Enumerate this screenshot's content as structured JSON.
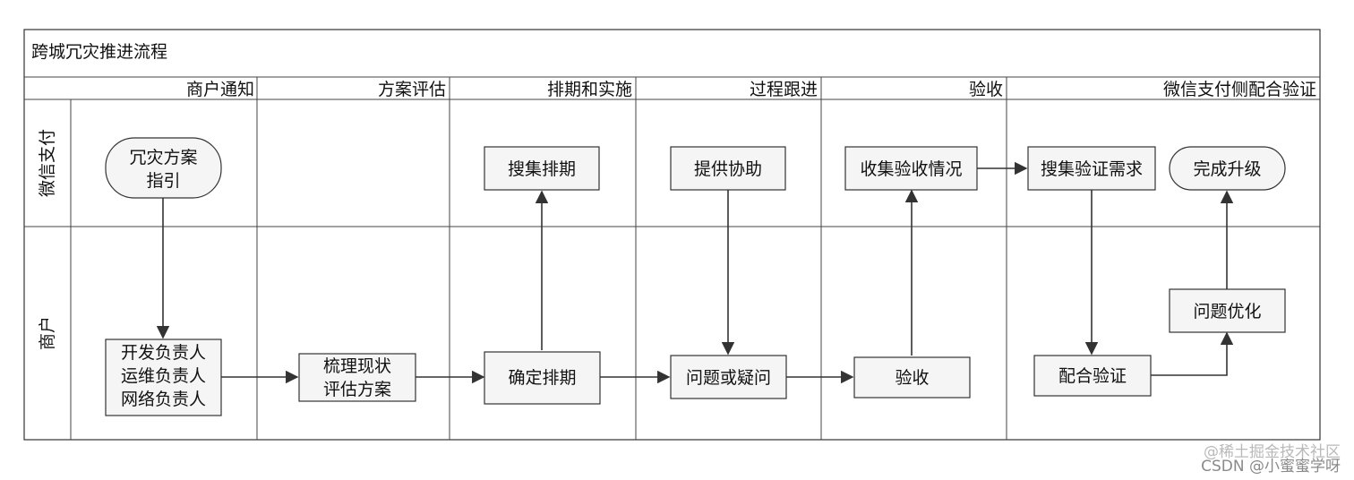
{
  "title": "跨城冗灾推进流程",
  "phases": [
    "商户通知",
    "方案评估",
    "排期和实施",
    "过程跟进",
    "验收",
    "微信支付侧配合验证"
  ],
  "lanes": [
    "微信支付",
    "商户"
  ],
  "nodes": {
    "drplan": [
      "冗灾方案",
      "指引"
    ],
    "collect_schedule": [
      "搜集排期"
    ],
    "provide_help": [
      "提供协助"
    ],
    "collect_accept": [
      "收集验收情况"
    ],
    "collect_verify": [
      "搜集验证需求"
    ],
    "upgrade_done": [
      "完成升级"
    ],
    "owners": [
      "开发负责人",
      "运维负责人",
      "网络负责人"
    ],
    "sort_plan": [
      "梳理现状",
      "评估方案"
    ],
    "confirm_schedule": [
      "确定排期"
    ],
    "issues": [
      "问题或疑问"
    ],
    "acceptance": [
      "验收"
    ],
    "coop_verify": [
      "配合验证"
    ],
    "optimize": [
      "问题优化"
    ]
  },
  "watermark": {
    "line1": "@稀土掘金技术社区",
    "line2": "CSDN @小蜜蜜学呀"
  }
}
